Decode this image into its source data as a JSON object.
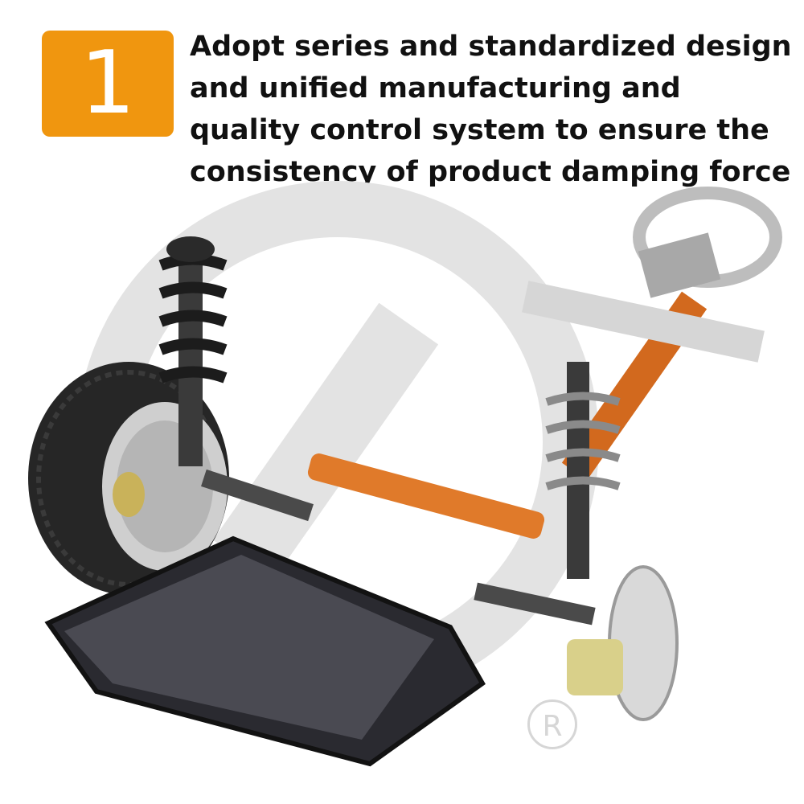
{
  "feature": {
    "number": "1",
    "text": "Adopt series and standardized design and unified manufacturing and quality control system to ensure the consistency of product damping force"
  },
  "watermark": {
    "registered_mark": "R"
  },
  "icons": [
    "suspension-illustration",
    "registered-trademark-icon"
  ],
  "colors": {
    "badge": "#f0960f",
    "text": "#111111",
    "watermark": "#d6d6d6",
    "steering_rack": "#e07a2a",
    "subframe": "#2a2a30"
  }
}
